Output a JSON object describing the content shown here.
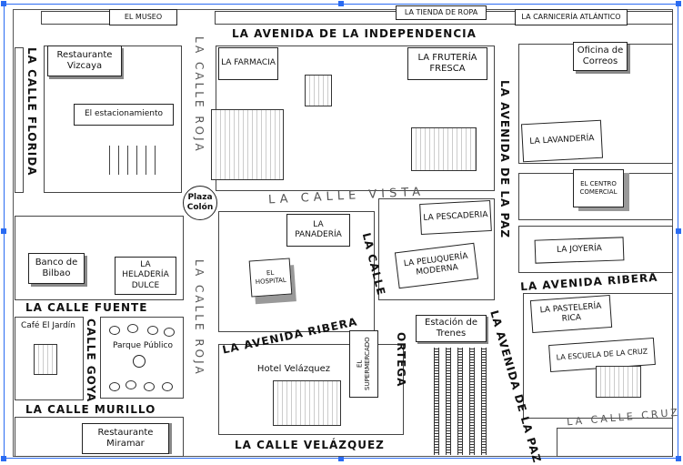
{
  "places": {
    "museo": "EL MUSEO",
    "tienda_ropa": "LA TIENDA DE ROPA",
    "carniceria": "LA CARNICERÍA ATLÁNTICO",
    "vizcaya": "Restaurante Vizcaya",
    "farmacia": "LA FARMACIA",
    "fruteria": "LA FRUTERÍA FRESCA",
    "correos": "Oficina de Correos",
    "estacionamiento": "El estacionamiento",
    "lavanderia": "LA LAVANDERÍA",
    "centro_comercial": "EL CENTRO COMERCIAL",
    "plaza": "Plaza Colón",
    "panaderia": "LA PANADERÍA",
    "pescaderia": "LA PESCADERIA",
    "joyeria": "LA JOYERÍA",
    "banco": "Banco de Bilbao",
    "heladeria": "LA HELADERÍA DULCE",
    "hospital": "EL HOSPITAL",
    "peluqueria": "LA PELUQUERÍA MODERNA",
    "pasteleria": "LA PASTELERÍA RICA",
    "cafe": "Café El Jardín",
    "parque": "Parque Público",
    "estacion": "Estación de Trenes",
    "escuela": "LA ESCUELA DE LA CRUZ",
    "hotel": "Hotel Velázquez",
    "supermercado": "EL SUPERMERCADO",
    "miramar": "Restaurante Miramar"
  },
  "streets": {
    "independencia": "LA AVENIDA DE LA INDEPENDENCIA",
    "florida": "LA CALLE FLORIDA",
    "roja_top": "LA CALLE ROJA",
    "roja_bottom": "LA CALLE ROJA",
    "vista": "LA CALLE VISTA",
    "paz_top": "LA AVENIDA DE LA PAZ",
    "paz_bottom": "LA AVENIDA DE LA PAZ",
    "ribera_left": "LA AVENIDA RIBERA",
    "ribera_right": "LA AVENIDA RIBERA",
    "fuente": "LA CALLE FUENTE",
    "goya": "CALLE GOYA",
    "murillo": "LA CALLE MURILLO",
    "calle": "LA CALLE",
    "ortega": "ORTEGA",
    "velazquez": "LA CALLE VELÁZQUEZ",
    "cruz": "LA CALLE CRUZ"
  }
}
